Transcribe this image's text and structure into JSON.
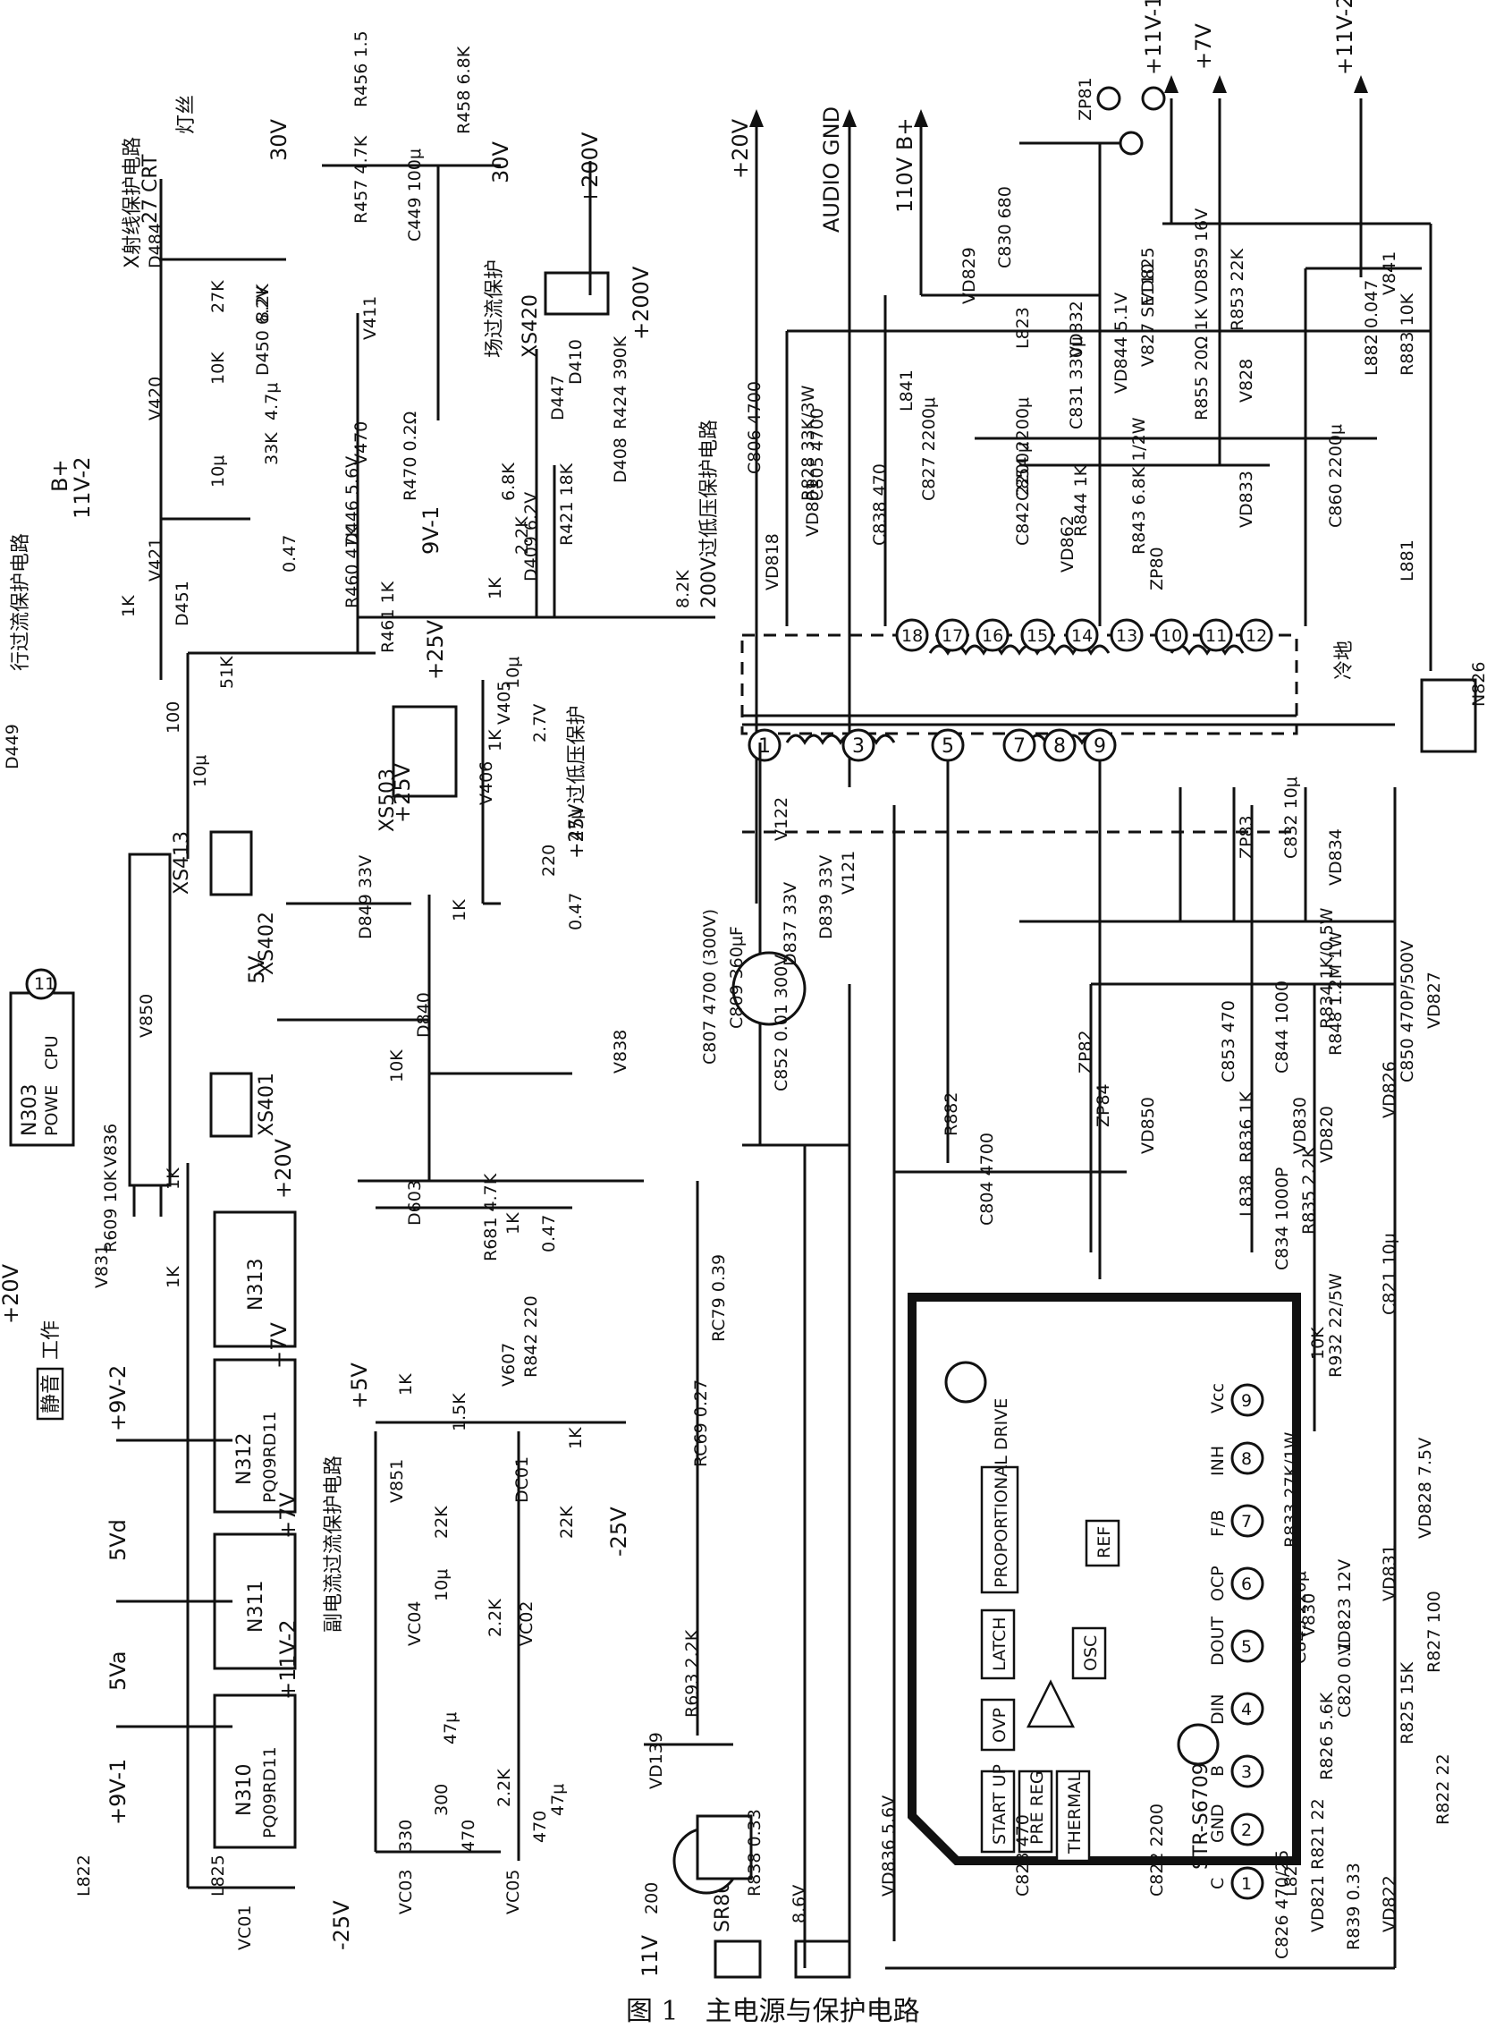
{
  "caption": "图 1　主电源与保护电路",
  "section_labels": {
    "x_ray": "X射线保护电路",
    "h_overcurrent": "行过流保护电路",
    "v_overcurrent": "场过流保护",
    "v200": "200V过低压保护电路",
    "v25": "+25V过低压保护",
    "sub_overcurrent": "副电流过流保护电路",
    "mute": "静音",
    "work": "工作",
    "crt": "27 CRT",
    "filament": "灯丝",
    "cold_ground": "冷地"
  },
  "rails": {
    "v11_1": "+11V-1",
    "v7": "+7V",
    "v11_2": "+11V-2",
    "v20": "+20V",
    "audio_gnd": "AUDIO GND",
    "b_plus": "110V B+",
    "v200": "+200V",
    "v30a": "30V",
    "v30b": "30V",
    "v9_1": "9V-1",
    "v11_2b": "11V-2",
    "v25": "+25V",
    "v5": "+5V",
    "vm25": "-25V",
    "v20b": "+20V",
    "v9_2": "+9V-2",
    "v5d": "5Vd",
    "v5a": "5Va",
    "v7b": "+7V",
    "v11_2c": "+11V-2",
    "v9_1b": "+9V-1",
    "v11": "11V",
    "v20c": "+20V",
    "b_plus_h": "B+",
    "v5b": "5V",
    "vm25b": "-25V",
    "v25b": "+25V"
  },
  "ics": {
    "cpu_ref": "N303",
    "cpu_pin": "POWE",
    "cpu_name": "CPU",
    "n313": "N313",
    "n312": "N312",
    "n312_part": "PQ09RD11",
    "n311": "N311",
    "n310": "N310",
    "n310_part": "PQ09RD11",
    "str_name": "STR-S6709",
    "blocks": [
      "PROPORTIONAL DRIVE",
      "LATCH",
      "OVP",
      "START UP",
      "PRE REG",
      "THERMAL",
      "OSC",
      "REF"
    ],
    "pins": [
      "C",
      "GND",
      "B",
      "DIN",
      "DOUT",
      "OCP",
      "F/B",
      "INH",
      "Vcc"
    ],
    "transformer_pins": [
      "1",
      "3",
      "5",
      "7",
      "8",
      "9",
      "10",
      "11",
      "12",
      "13",
      "14",
      "15",
      "16",
      "17",
      "18"
    ],
    "optocoupler": "N826"
  },
  "connectors": [
    "XS420",
    "XS503",
    "XS413",
    "XS402",
    "XS401",
    "SR801"
  ],
  "components": [
    {
      "ref": "R456",
      "value": "1.5"
    },
    {
      "ref": "R458",
      "value": "6.8K"
    },
    {
      "ref": "R457",
      "value": "4.7K"
    },
    {
      "ref": "C449",
      "value": "100μ"
    },
    {
      "ref": "V411",
      "value": ""
    },
    {
      "ref": "D484",
      "value": ""
    },
    {
      "ref": "D450",
      "value": "6.2V"
    },
    {
      "ref": "V420",
      "value": ""
    },
    {
      "ref": "V421",
      "value": ""
    },
    {
      "ref": "D451",
      "value": ""
    },
    {
      "ref": "D449",
      "value": ""
    },
    {
      "ref": "V470",
      "value": ""
    },
    {
      "ref": "R470",
      "value": "0.2Ω"
    },
    {
      "ref": "D446",
      "value": "5.6V"
    },
    {
      "ref": "R460",
      "value": "47K"
    },
    {
      "ref": "R461",
      "value": "1K"
    },
    {
      "ref": "D447",
      "value": ""
    },
    {
      "ref": "D410",
      "value": ""
    },
    {
      "ref": "R424",
      "value": "390K"
    },
    {
      "ref": "D408",
      "value": ""
    },
    {
      "ref": "R421",
      "value": "18K"
    },
    {
      "ref": "D409",
      "value": "6.2V"
    },
    {
      "ref": "V405",
      "value": ""
    },
    {
      "ref": "V406",
      "value": ""
    },
    {
      "ref": "D849",
      "value": "33V"
    },
    {
      "ref": "D840",
      "value": ""
    },
    {
      "ref": "V838",
      "value": ""
    },
    {
      "ref": "V850",
      "value": ""
    },
    {
      "ref": "V836",
      "value": ""
    },
    {
      "ref": "V831",
      "value": ""
    },
    {
      "ref": "R609",
      "value": "10K"
    },
    {
      "ref": "D603",
      "value": ""
    },
    {
      "ref": "R681",
      "value": "4.7K"
    },
    {
      "ref": "V607",
      "value": ""
    },
    {
      "ref": "R842",
      "value": "220"
    },
    {
      "ref": "V851",
      "value": ""
    },
    {
      "ref": "DC01",
      "value": ""
    },
    {
      "ref": "VC04",
      "value": ""
    },
    {
      "ref": "VC02",
      "value": ""
    },
    {
      "ref": "VC03",
      "value": ""
    },
    {
      "ref": "VC05",
      "value": ""
    },
    {
      "ref": "VC01",
      "value": ""
    },
    {
      "ref": "RC79",
      "value": "0.39"
    },
    {
      "ref": "RC69",
      "value": "0.27"
    },
    {
      "ref": "R693",
      "value": "2.2K"
    },
    {
      "ref": "VD139",
      "value": ""
    },
    {
      "ref": "V122",
      "value": ""
    },
    {
      "ref": "V121",
      "value": ""
    },
    {
      "ref": "D839",
      "value": "33V"
    },
    {
      "ref": "D837",
      "value": "33V"
    },
    {
      "ref": "C852",
      "value": "0.01 300V"
    },
    {
      "ref": "C807",
      "value": "4700 (300V)"
    },
    {
      "ref": "C809",
      "value": "360μF"
    },
    {
      "ref": "R882",
      "value": ""
    },
    {
      "ref": "C804",
      "value": "4700"
    },
    {
      "ref": "C806",
      "value": "4700"
    },
    {
      "ref": "C805",
      "value": "4700"
    },
    {
      "ref": "VD801",
      "value": ""
    },
    {
      "ref": "R828",
      "value": "33K/3W"
    },
    {
      "ref": "VD818",
      "value": ""
    },
    {
      "ref": "C838",
      "value": "470"
    },
    {
      "ref": "C827",
      "value": "2200μ"
    },
    {
      "ref": "L841",
      "value": ""
    },
    {
      "ref": "VD829",
      "value": ""
    },
    {
      "ref": "ZP81",
      "value": ""
    },
    {
      "ref": "C830",
      "value": "680"
    },
    {
      "ref": "L823",
      "value": ""
    },
    {
      "ref": "VD832",
      "value": ""
    },
    {
      "ref": "C831",
      "value": "330μ"
    },
    {
      "ref": "VD844",
      "value": "5.1V"
    },
    {
      "ref": "V827",
      "value": "SE110"
    },
    {
      "ref": "VD825",
      "value": ""
    },
    {
      "ref": "VD859",
      "value": "16V"
    },
    {
      "ref": "R853",
      "value": "22K"
    },
    {
      "ref": "R855",
      "value": "20Ω 1K"
    },
    {
      "ref": "V828",
      "value": ""
    },
    {
      "ref": "V841",
      "value": ""
    },
    {
      "ref": "R883",
      "value": "10K"
    },
    {
      "ref": "L882",
      "value": "0.047"
    },
    {
      "ref": "L881",
      "value": ""
    },
    {
      "ref": "C860",
      "value": "2200μ"
    },
    {
      "ref": "C854",
      "value": "2200μ"
    },
    {
      "ref": "C842",
      "value": "2200μ"
    },
    {
      "ref": "R844",
      "value": "1K"
    },
    {
      "ref": "VD862",
      "value": ""
    },
    {
      "ref": "R843",
      "value": "6.8K 1/2W"
    },
    {
      "ref": "ZP80",
      "value": ""
    },
    {
      "ref": "VD833",
      "value": ""
    },
    {
      "ref": "ZP83",
      "value": ""
    },
    {
      "ref": "C832",
      "value": "10μ"
    },
    {
      "ref": "VD834",
      "value": ""
    },
    {
      "ref": "ZP82",
      "value": ""
    },
    {
      "ref": "ZP84",
      "value": ""
    },
    {
      "ref": "VD850",
      "value": ""
    },
    {
      "ref": "C853",
      "value": "470"
    },
    {
      "ref": "C844",
      "value": "1000"
    },
    {
      "ref": "R848",
      "value": "1.2M 1W"
    },
    {
      "ref": "R834",
      "value": "1K/0.5W"
    },
    {
      "ref": "VD826",
      "value": ""
    },
    {
      "ref": "VD827",
      "value": ""
    },
    {
      "ref": "C850",
      "value": "470P/500V"
    },
    {
      "ref": "L838",
      "value": ""
    },
    {
      "ref": "R835",
      "value": "2.2K"
    },
    {
      "ref": "VD820",
      "value": ""
    },
    {
      "ref": "VD830",
      "value": ""
    },
    {
      "ref": "R836",
      "value": "1K"
    },
    {
      "ref": "C834",
      "value": "1000P"
    },
    {
      "ref": "C821",
      "value": "10μ"
    },
    {
      "ref": "R932",
      "value": "22/5W"
    },
    {
      "ref": "R833",
      "value": "27K/1W"
    },
    {
      "ref": "VD828",
      "value": "7.5V"
    },
    {
      "ref": "VD831",
      "value": ""
    },
    {
      "ref": "V830",
      "value": ""
    },
    {
      "ref": "C845",
      "value": "220μ"
    },
    {
      "ref": "VD823",
      "value": "12V"
    },
    {
      "ref": "C820",
      "value": "0.1"
    },
    {
      "ref": "R826",
      "value": "5.6K"
    },
    {
      "ref": "R827",
      "value": "100"
    },
    {
      "ref": "R825",
      "value": "15K"
    },
    {
      "ref": "R822",
      "value": "22"
    },
    {
      "ref": "R821",
      "value": "22"
    },
    {
      "ref": "VD822",
      "value": ""
    },
    {
      "ref": "VD821",
      "value": ""
    },
    {
      "ref": "C826",
      "value": "470/25"
    },
    {
      "ref": "R839",
      "value": "0.33"
    },
    {
      "ref": "R838",
      "value": "0.33"
    },
    {
      "ref": "VD836",
      "value": "5.6V"
    },
    {
      "ref": "C823",
      "value": "470"
    },
    {
      "ref": "C822",
      "value": "2200"
    },
    {
      "ref": "L824",
      "value": ""
    },
    {
      "ref": "L822",
      "value": ""
    },
    {
      "ref": "L825",
      "value": ""
    }
  ],
  "misc_values": [
    "27K",
    "10K",
    "8.2K",
    "4.7μ",
    "10μ",
    "33K",
    "0.47",
    "1K",
    "51K",
    "100",
    "10μ",
    "6.8K",
    "2.2K",
    "1K",
    "8.2K",
    "10μ",
    "2.7V",
    "1K",
    "47μ",
    "0.47",
    "220",
    "1K",
    "10K",
    "1K",
    "0.47",
    "1K",
    "1.5K",
    "1K",
    "22K",
    "10μ",
    "22K",
    "2.2K",
    "47μ",
    "300",
    "2.2K",
    "47μ",
    "330",
    "470",
    "470",
    "200",
    "1K",
    "1K",
    "10K",
    "8.6V"
  ]
}
